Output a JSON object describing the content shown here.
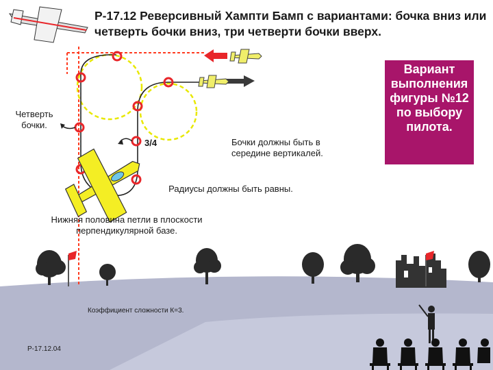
{
  "title": "Р-17.12 Реверсивный Хампти Бамп с вариантами: бочка вниз или четверть бочки вниз, три четверти бочки вверх.",
  "labels": {
    "quarter_roll": "Четверть бочки.",
    "three_quarters": "3/4",
    "rolls_middle": "Бочки должны быть в середине вертикалей.",
    "radii_equal": "Радиусы должны быть равны.",
    "lower_half": "Нижняя половина петли в плоскости перпендикулярной базе.",
    "coefficient": "Коэффициент сложности К=3.",
    "code": "Р-17.12.04"
  },
  "variant_box": {
    "text": "Вариант выполнения фигуры №12 по выбору пилота."
  },
  "colors": {
    "accent": "#a8156a",
    "flight_path": "#ff3a1e",
    "circles": "#e8e800",
    "ground": "#b4b7cd",
    "sky": "#ffffff"
  },
  "icons": [
    "aircraft-icon",
    "red-arrow-icon",
    "roll-marker-icon",
    "tree-icon",
    "flag-icon",
    "castle-icon",
    "pilot-icon",
    "judge-icon"
  ]
}
